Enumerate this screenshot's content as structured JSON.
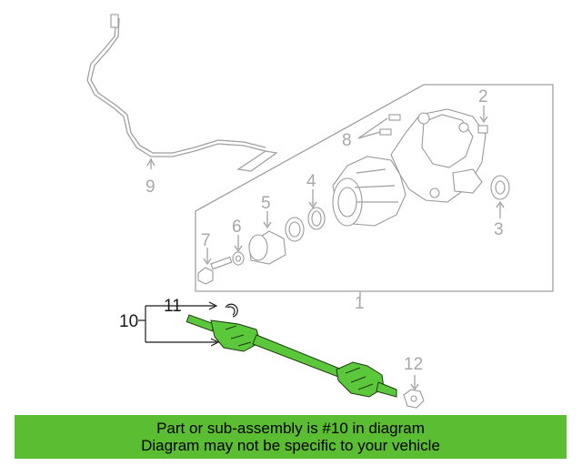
{
  "callouts": {
    "c1": "1",
    "c2": "2",
    "c3": "3",
    "c4": "4",
    "c5": "5",
    "c6": "6",
    "c7": "7",
    "c8": "8",
    "c9": "9",
    "c10": "10",
    "c11": "11",
    "c12": "12"
  },
  "banner": {
    "line1": "Part or sub-assembly is #10 in diagram",
    "line2": "Diagram may not be specific to your vehicle"
  },
  "colors": {
    "highlight": "#5bc83c",
    "banner_bg": "#5bbd32",
    "line_gray": "#a0a0a0"
  }
}
